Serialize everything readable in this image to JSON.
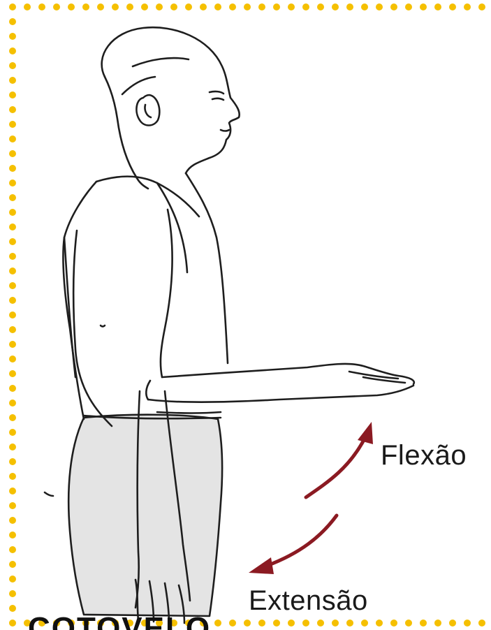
{
  "labels": {
    "flexion": "Flexão",
    "extension": "Extensão",
    "cut_off_text": "COTOVELO"
  },
  "colors": {
    "border_dots": "#f5c000",
    "arrow": "#8b1a22",
    "line_art": "#1e1e1e",
    "shorts_shade": "#e4e4e4"
  },
  "icons": {
    "flexion_arrow": "curved-arrow-up-right",
    "extension_arrow": "curved-arrow-down-left"
  }
}
